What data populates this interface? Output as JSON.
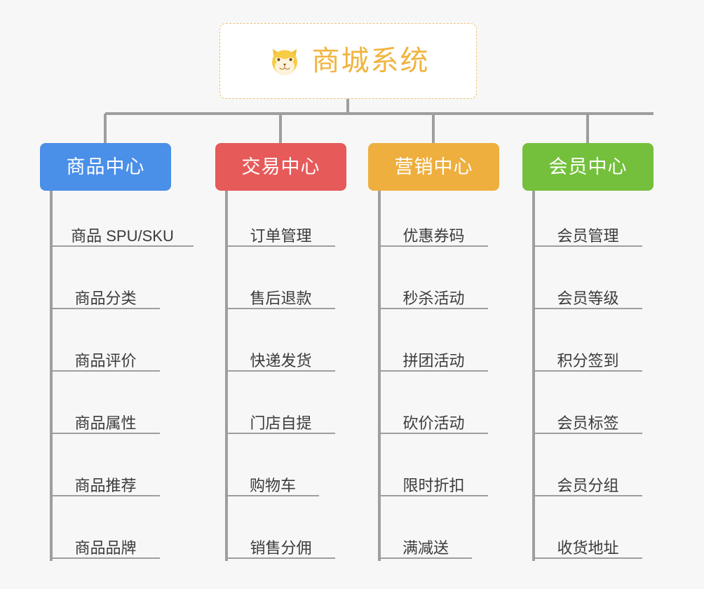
{
  "diagram": {
    "title": "商城系统",
    "background_color": "#f7f7f7",
    "root": {
      "label": "商城系统",
      "icon": "shiba-dog-face-icon",
      "text_color": "#f0b43f",
      "border_color": "#edc177",
      "background_color": "#ffffff"
    },
    "connector_color": "#9e9e9e",
    "branches": [
      {
        "label": "商品中心",
        "color": "#4a8fe8",
        "items": [
          "商品 SPU/SKU",
          "商品分类",
          "商品评价",
          "商品属性",
          "商品推荐",
          "商品品牌"
        ]
      },
      {
        "label": "交易中心",
        "color": "#e75a5a",
        "items": [
          "订单管理",
          "售后退款",
          "快递发货",
          "门店自提",
          "购物车",
          "销售分佣"
        ]
      },
      {
        "label": "营销中心",
        "color": "#eeaf3f",
        "items": [
          "优惠券码",
          "秒杀活动",
          "拼团活动",
          "砍价活动",
          "限时折扣",
          "满减送"
        ]
      },
      {
        "label": "会员中心",
        "color": "#74c03c",
        "items": [
          "会员管理",
          "会员等级",
          "积分签到",
          "会员标签",
          "会员分组",
          "收货地址"
        ]
      }
    ]
  }
}
